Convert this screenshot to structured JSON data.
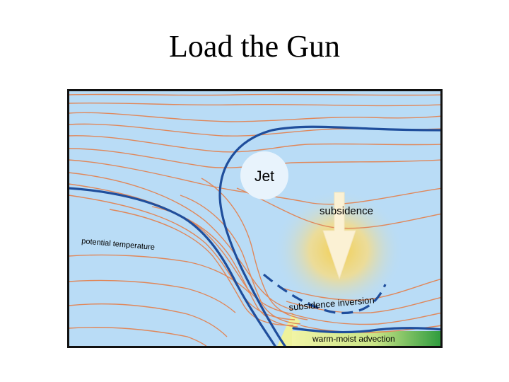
{
  "slide": {
    "title": "Load the Gun"
  },
  "diagram": {
    "labels": {
      "jet": "Jet",
      "subsidence": "subsidence",
      "potential_temperature": "potential temperature",
      "subsidence_inversion": "subsidence inversion",
      "warm_moist_advection": "warm-moist advection"
    },
    "colors": {
      "sky": "#b9dcf6",
      "isentropes": "#e0875a",
      "tropopause": "#1f4e9c",
      "jet_circle": "#e8f3fc",
      "subsidence_arrow": "#fbf1d4",
      "subsidence_glow": "#f2cf53",
      "advection_yellow": "#eef29b",
      "advection_green": "#2b9a3c",
      "frame": "#111111"
    }
  }
}
